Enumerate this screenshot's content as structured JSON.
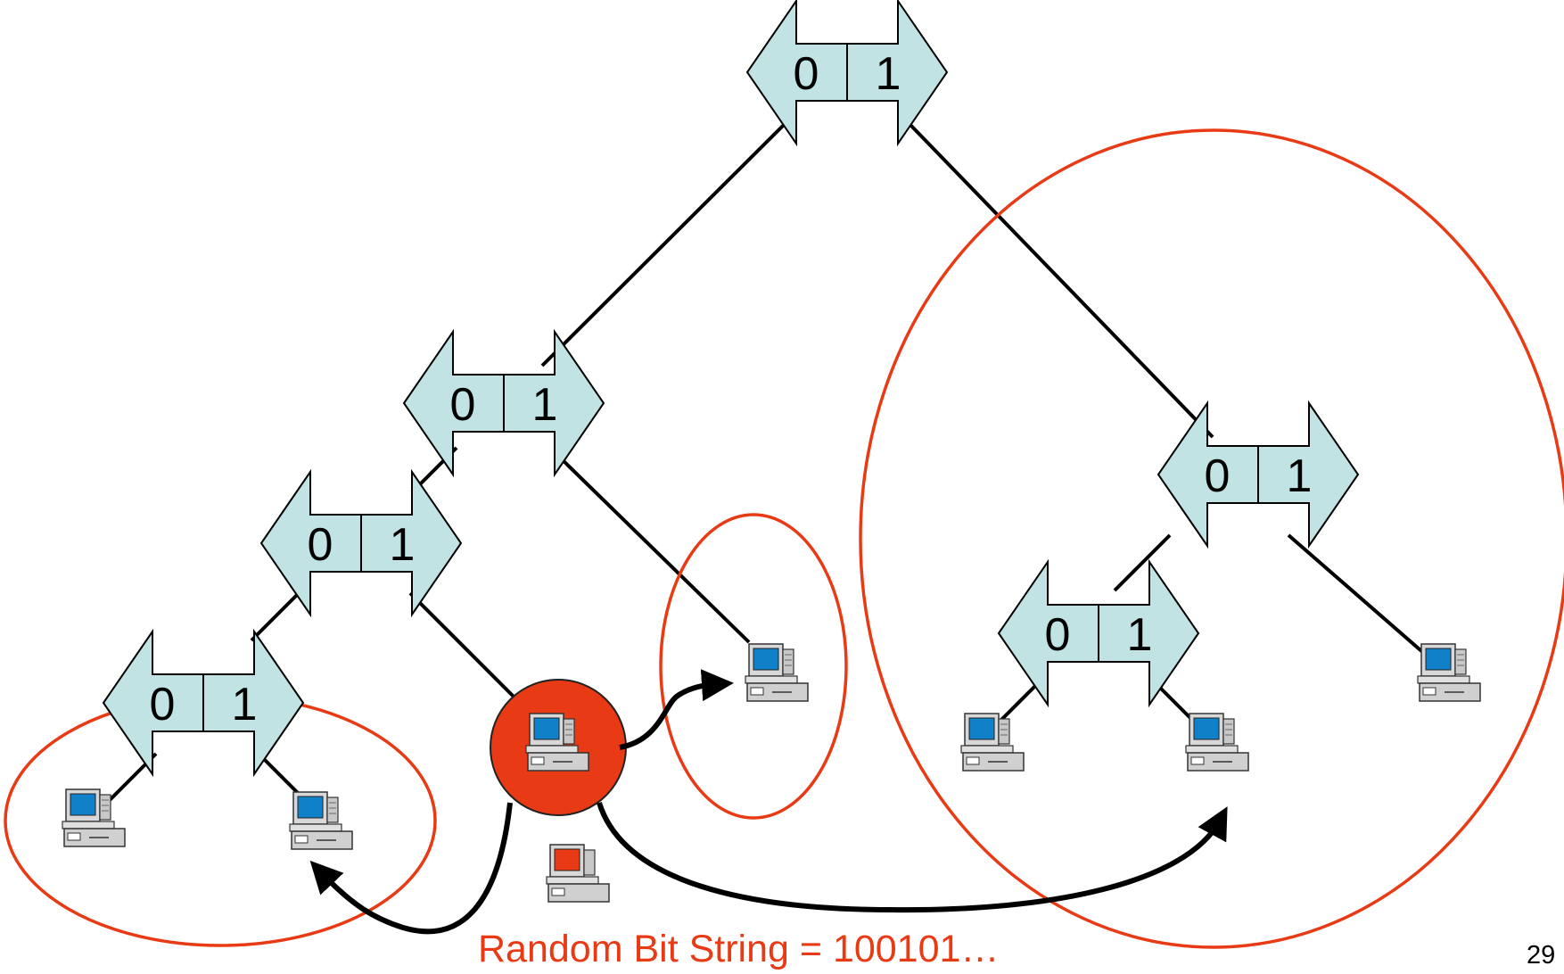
{
  "nodes": [
    {
      "id": "root",
      "left": "0",
      "right": "1"
    },
    {
      "id": "level1-left",
      "left": "0",
      "right": "1"
    },
    {
      "id": "level2-left",
      "left": "0",
      "right": "1"
    },
    {
      "id": "level3-left",
      "left": "0",
      "right": "1"
    },
    {
      "id": "level1-right",
      "left": "0",
      "right": "1"
    },
    {
      "id": "level2-right",
      "left": "0",
      "right": "1"
    }
  ],
  "caption": "Random Bit String = 100101…",
  "page_number": "29",
  "colors": {
    "node_fill": "#c2e3e3",
    "edge": "#000000",
    "circle": "#e83a14",
    "highlight_node": "#e83a14",
    "screen": "#1080c8",
    "computer_body": "#d8d8d8"
  },
  "icons": [
    "computer-icon",
    "arrow-icon"
  ]
}
